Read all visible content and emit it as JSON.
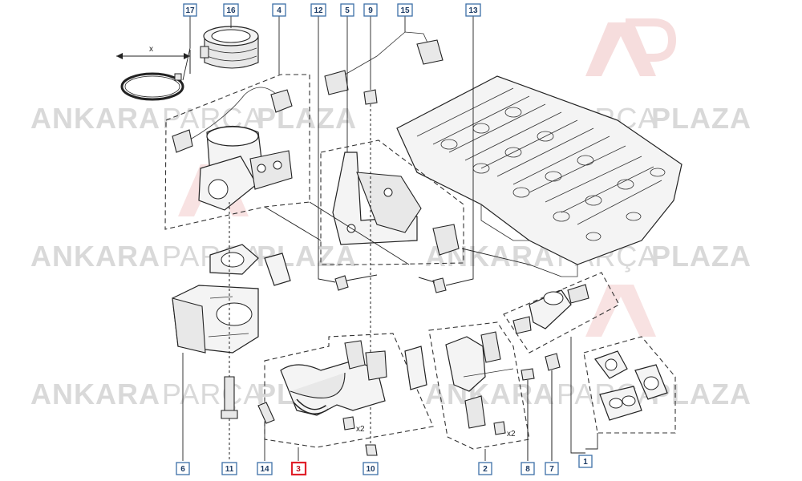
{
  "watermark": {
    "brand_left": "ANKARA",
    "brand_mid": "PARÇA",
    "brand_right": "PLAZA",
    "logo_text": "AP"
  },
  "dimension": {
    "label": "x"
  },
  "quantities": {
    "screw_a": "x2",
    "screw_b": "x2"
  },
  "callouts": {
    "c17": "17",
    "c16": "16",
    "c4": "4",
    "c12": "12",
    "c5": "5",
    "c9": "9",
    "c15": "15",
    "c13": "13",
    "c6": "6",
    "c11": "11",
    "c14": "14",
    "c3": "3",
    "c10": "10",
    "c2": "2",
    "c8": "8",
    "c7": "7",
    "c1": "1"
  },
  "colors": {
    "callout_border": "#3d6fa8",
    "highlight": "#e0202a",
    "watermark": "#d9d9d9"
  }
}
